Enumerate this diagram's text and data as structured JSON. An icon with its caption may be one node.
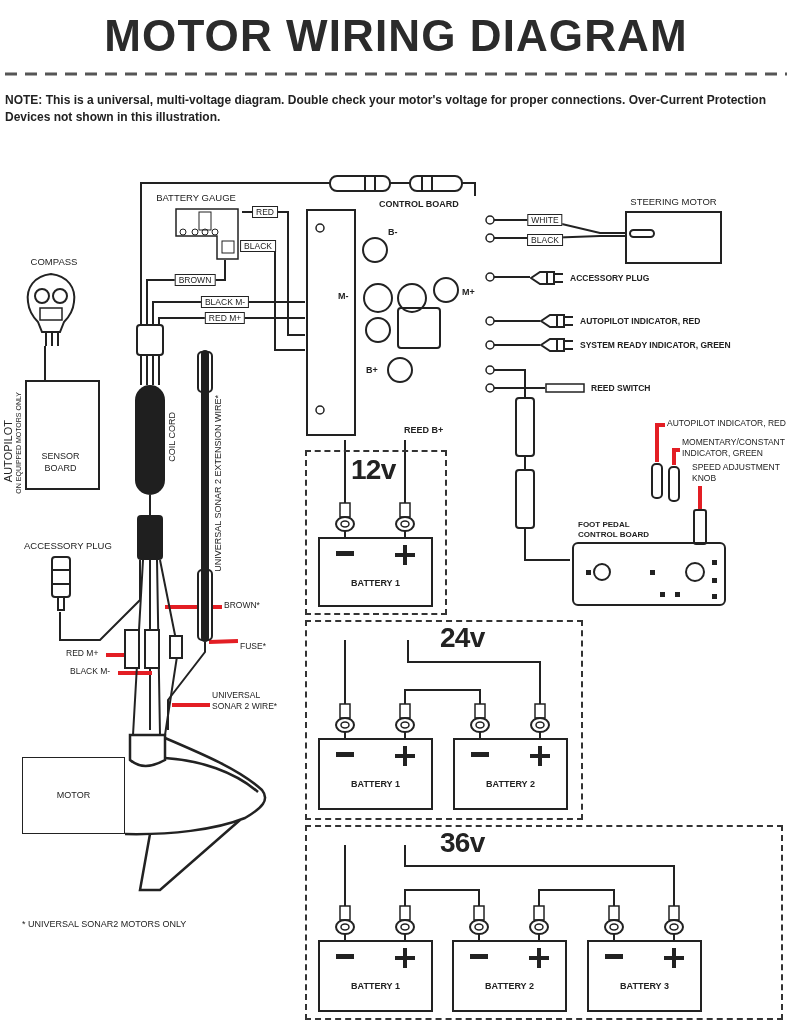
{
  "diagram": {
    "title": "MOTOR WIRING DIAGRAM",
    "nodes": [
      {
        "text": [
          "BATTERY GAUGE"
        ]
      },
      {
        "text": [
          "CONTROL BOARD"
        ]
      },
      {
        "text": [
          "STEERING MOTOR"
        ]
      },
      {
        "text": [
          "COMPASS"
        ]
      },
      {
        "text": [
          "SENSOR BOARD"
        ],
        "beside": [
          "AUTOPILOT",
          "ON EQUIPPED MOTORS ONLY"
        ]
      },
      {
        "text": [],
        "shape": "bar",
        "beside": [
          "COIL CORD"
        ]
      },
      {
        "text": [
          "ACCESSORY PLUG"
        ]
      },
      {
        "text": [],
        "shape": "box"
      },
      {
        "text": [],
        "shape": "bar",
        "beside": [
          "UNIVERSAL SONAR 2 EXTENSION WIRE*"
        ]
      },
      {
        "text": [
          "MOTOR"
        ]
      },
      {
        "text": [
          "BROWN*"
        ]
      },
      {
        "text": [
          "FUSE*"
        ]
      },
      {
        "text": [
          "RED M+"
        ]
      },
      {
        "text": [
          "BLACK M-"
        ]
      },
      {
        "text": [
          "UNIVERSAL SONAR 2 WIRE*"
        ]
      },
      {
        "text": [
          "ACCESSORY PLUG"
        ]
      },
      {
        "text": [
          "AUTOPILOT INDICATOR, RED"
        ]
      },
      {
        "text": [
          "SYSTEM READY INDICATOR, GREEN"
        ]
      },
      {
        "text": [
          "REED SWITCH"
        ]
      },
      {
        "text": [
          "FOOT PEDAL CONTROL BOARD"
        ]
      },
      {
        "text": [
          "AUTOPILOT INDICATOR, RED"
        ]
      },
      {
        "text": [
          "MOMENTARY/CONSTANT INDICATOR, GREEN"
        ]
      },
      {
        "text": [
          "SPEED ADJUSTMENT KNOB"
        ]
      },
      {
        "text": [
          "12v"
        ]
      },
      {
        "text": [
          "BATTERY 1"
        ],
        "in": 23
      },
      {
        "text": [
          "24v"
        ]
      },
      {
        "text": [
          "BATTERY 1"
        ],
        "in": 25
      },
      {
        "text": [
          "BATTERY 2"
        ],
        "in": 25
      },
      {
        "text": [
          "36v"
        ]
      },
      {
        "text": [
          "BATTERY 1"
        ],
        "in": 28
      },
      {
        "text": [
          "BATTERY 2"
        ],
        "in": 28
      },
      {
        "text": [
          "BATTERY 3"
        ],
        "in": 28
      }
    ],
    "edges": [
      {
        "from": 0,
        "to": 1,
        "arrow": "none",
        "label": "RED"
      },
      {
        "from": 0,
        "to": 1,
        "arrow": "none",
        "label": "BLACK"
      },
      {
        "from": 5,
        "to": 0,
        "arrow": "none",
        "label": "BROWN"
      },
      {
        "from": 5,
        "to": 1,
        "arrow": "none",
        "label": "BLACK M-"
      },
      {
        "from": 5,
        "to": 1,
        "arrow": "none",
        "label": "RED M+"
      },
      {
        "from": 5,
        "to": 1,
        "arrow": "none"
      },
      {
        "from": 3,
        "to": 4,
        "arrow": "none"
      },
      {
        "from": 5,
        "to": 7,
        "arrow": "none"
      },
      {
        "from": 7,
        "to": 6,
        "arrow": "none"
      },
      {
        "from": 7,
        "to": 9,
        "arrow": "none"
      },
      {
        "from": 8,
        "to": 9,
        "arrow": "none"
      },
      {
        "from": 1,
        "to": 2,
        "arrow": "none",
        "label": "WHITE"
      },
      {
        "from": 1,
        "to": 2,
        "arrow": "none",
        "label": "BLACK"
      },
      {
        "from": 1,
        "to": 15,
        "arrow": "none"
      },
      {
        "from": 1,
        "to": 16,
        "arrow": "none"
      },
      {
        "from": 1,
        "to": 17,
        "arrow": "none"
      },
      {
        "from": 1,
        "to": 18,
        "arrow": "none"
      },
      {
        "from": 1,
        "to": 19,
        "arrow": "none"
      },
      {
        "from": 10,
        "to": null,
        "arrow": "none",
        "style": "thick",
        "color": "#e31e24"
      },
      {
        "from": 11,
        "to": 8,
        "arrow": "none",
        "style": "thick",
        "color": "#e31e24"
      },
      {
        "from": 12,
        "to": null,
        "arrow": "none",
        "style": "thick",
        "color": "#e31e24"
      },
      {
        "from": 13,
        "to": null,
        "arrow": "none",
        "style": "thick",
        "color": "#e31e24"
      },
      {
        "from": 14,
        "to": null,
        "arrow": "none",
        "style": "thick",
        "color": "#e31e24"
      },
      {
        "from": 20,
        "to": null,
        "arrow": "none",
        "style": "thick",
        "color": "#e31e24"
      },
      {
        "from": 21,
        "to": null,
        "arrow": "none",
        "style": "thick",
        "color": "#e31e24"
      },
      {
        "from": 22,
        "to": 19,
        "arrow": "none",
        "style": "thick",
        "color": "#e31e24"
      },
      {
        "from": 1,
        "to": 24,
        "arrow": "none"
      },
      {
        "from": 1,
        "to": 24,
        "arrow": "none"
      },
      {
        "from": null,
        "to": 26,
        "arrow": "none"
      },
      {
        "from": null,
        "to": 27,
        "arrow": "none"
      },
      {
        "from": 26,
        "to": 27,
        "arrow": "none"
      },
      {
        "from": null,
        "to": 29,
        "arrow": "none"
      },
      {
        "from": null,
        "to": 31,
        "arrow": "none"
      },
      {
        "from": 29,
        "to": 30,
        "arrow": "none"
      },
      {
        "from": 30,
        "to": 31,
        "arrow": "none"
      }
    ],
    "labels": [
      "**NOTE:** This is a universal, multi-voltage diagram. Double check your motor's voltage for proper connections. Over-Current Protection Devices not shown in this illustration.",
      "B-",
      "M-",
      "M+",
      "B+",
      "REED B+",
      "* UNIVERSAL SONAR2 MOTORS ONLY"
    ]
  }
}
